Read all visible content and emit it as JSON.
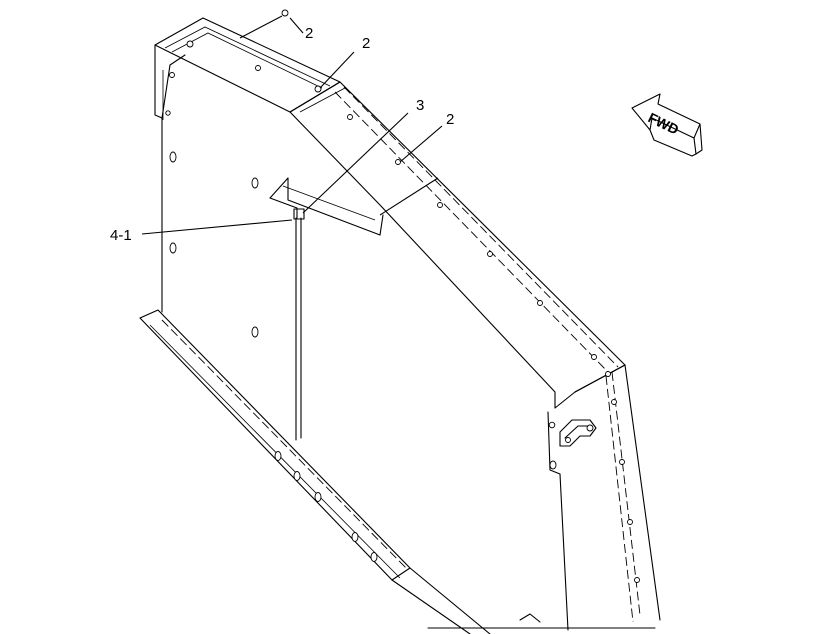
{
  "diagram": {
    "callouts": [
      {
        "id": "c1",
        "label": "2"
      },
      {
        "id": "c2",
        "label": "2"
      },
      {
        "id": "c3",
        "label": "3"
      },
      {
        "id": "c4",
        "label": "2"
      },
      {
        "id": "c5",
        "label": "4-1"
      }
    ],
    "direction_indicator": {
      "label": "FWD",
      "icon": "forward-arrow-icon"
    }
  }
}
